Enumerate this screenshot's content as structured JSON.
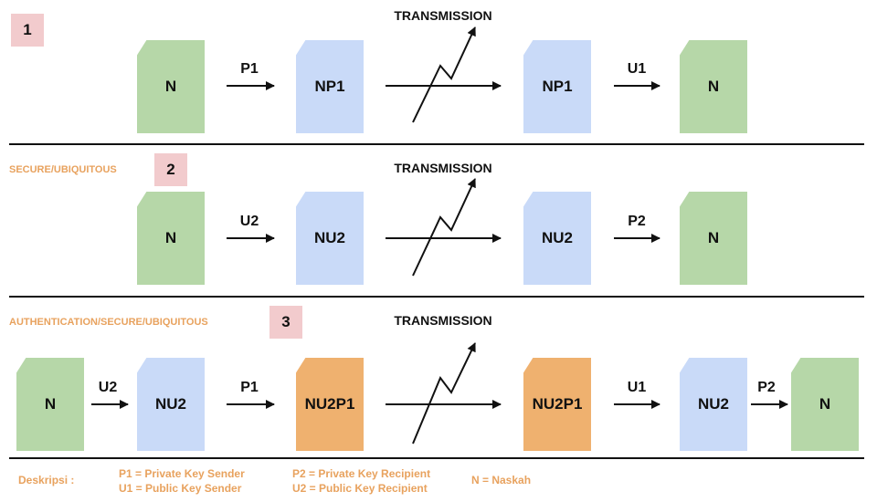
{
  "sections": [
    {
      "number": "1",
      "caption": "",
      "transmission": "TRANSMISSION",
      "docs": [
        "N",
        "NP1",
        "NP1",
        "N"
      ],
      "keys": [
        "P1",
        "U1"
      ]
    },
    {
      "number": "2",
      "caption": "SECURE/UBIQUITOUS",
      "transmission": "TRANSMISSION",
      "docs": [
        "N",
        "NU2",
        "NU2",
        "N"
      ],
      "keys": [
        "U2",
        "P2"
      ]
    },
    {
      "number": "3",
      "caption": "AUTHENTICATION/SECURE/UBIQUITOUS",
      "transmission": "TRANSMISSION",
      "docs": [
        "N",
        "NU2",
        "NU2P1",
        "NU2P1",
        "NU2",
        "N"
      ],
      "keys": [
        "U2",
        "P1",
        "U1",
        "P2"
      ]
    }
  ],
  "legend": {
    "title": "Deskripsi  :",
    "p1": "P1 = Private Key Sender",
    "u1": "U1 = Public Key Sender",
    "p2": "P2 = Private Key Recipient",
    "u2": "U2 = Public Key Recipient",
    "n": "N = Naskah"
  },
  "colors": {
    "plaintext": "#b6d7a8",
    "single_encrypted": "#c9daf8",
    "double_encrypted": "#efb16f",
    "badge": "#f2cbcd",
    "caption_text": "#e8a25e"
  }
}
